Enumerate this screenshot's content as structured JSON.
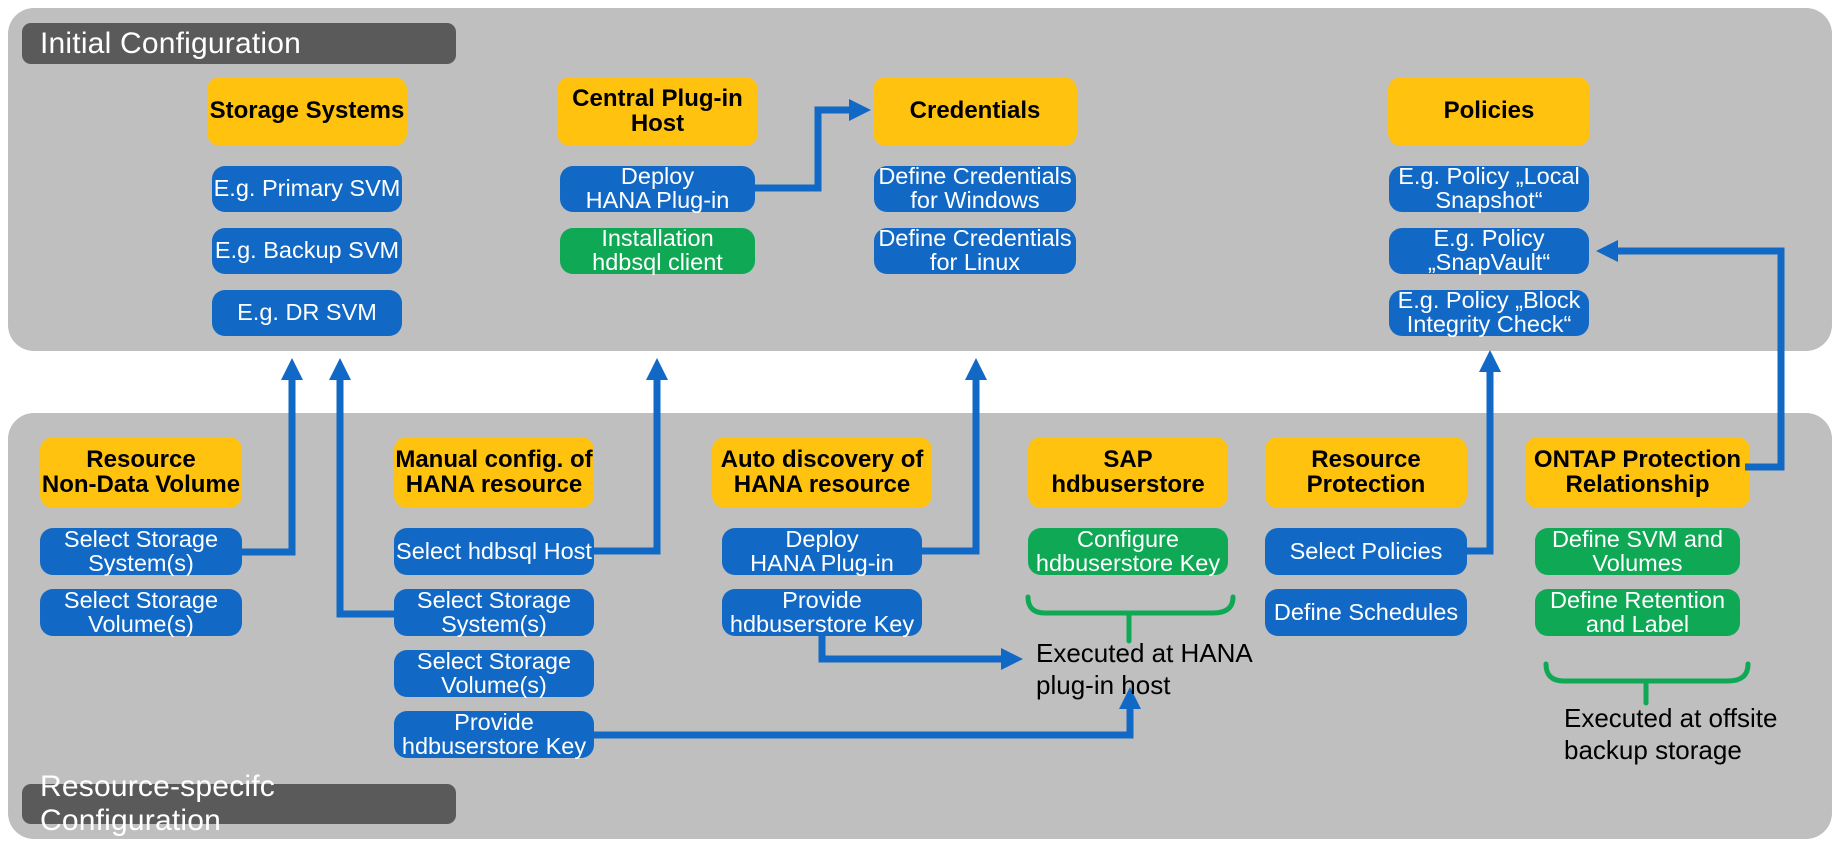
{
  "sections": [
    {
      "id": "initial",
      "title": "Initial Configuration",
      "columns": [
        {
          "id": "storage-systems",
          "header": "Storage Systems",
          "boxes": [
            {
              "label": "E.g. Primary SVM",
              "type": "blue"
            },
            {
              "label": "E.g. Backup SVM",
              "type": "blue"
            },
            {
              "label": "E.g. DR SVM",
              "type": "blue"
            }
          ]
        },
        {
          "id": "central-plugin-host",
          "header": "Central Plug-in\nHost",
          "boxes": [
            {
              "label": "Deploy\nHANA Plug-in",
              "type": "blue"
            },
            {
              "label": "Installation\nhdbsql client",
              "type": "green"
            }
          ]
        },
        {
          "id": "credentials",
          "header": "Credentials",
          "boxes": [
            {
              "label": "Define Credentials\nfor Windows",
              "type": "blue"
            },
            {
              "label": "Define Credentials\nfor Linux",
              "type": "blue"
            }
          ]
        },
        {
          "id": "policies",
          "header": "Policies",
          "boxes": [
            {
              "label": "E.g. Policy „Local\nSnapshot“",
              "type": "blue"
            },
            {
              "label": "E.g. Policy\n„SnapVault“",
              "type": "blue"
            },
            {
              "label": "E.g. Policy „Block\nIntegrity Check“",
              "type": "blue"
            }
          ]
        }
      ]
    },
    {
      "id": "resource",
      "title": "Resource-specifc Configuration",
      "columns": [
        {
          "id": "resource-non-data-volume",
          "header": "Resource\nNon-Data Volume",
          "boxes": [
            {
              "label": "Select Storage\nSystem(s)",
              "type": "blue"
            },
            {
              "label": "Select Storage\nVolume(s)",
              "type": "blue"
            }
          ]
        },
        {
          "id": "manual-config-hana",
          "header": "Manual config. of\nHANA resource",
          "boxes": [
            {
              "label": "Select hdbsql Host",
              "type": "blue"
            },
            {
              "label": "Select Storage\nSystem(s)",
              "type": "blue"
            },
            {
              "label": "Select Storage\nVolume(s)",
              "type": "blue"
            },
            {
              "label": "Provide\nhdbuserstore Key",
              "type": "blue"
            }
          ]
        },
        {
          "id": "auto-discovery-hana",
          "header": "Auto discovery of\nHANA resource",
          "boxes": [
            {
              "label": "Deploy\nHANA Plug-in",
              "type": "blue"
            },
            {
              "label": "Provide\nhdbuserstore Key",
              "type": "blue"
            }
          ]
        },
        {
          "id": "sap-hdbuserstore",
          "header": "SAP\nhdbuserstore",
          "boxes": [
            {
              "label": "Configure\nhdbuserstore Key",
              "type": "green"
            }
          ]
        },
        {
          "id": "resource-protection",
          "header": "Resource\nProtection",
          "boxes": [
            {
              "label": "Select Policies",
              "type": "blue"
            },
            {
              "label": "Define Schedules",
              "type": "blue"
            }
          ]
        },
        {
          "id": "ontap-protection-relationship",
          "header": "ONTAP Protection\nRelationship",
          "boxes": [
            {
              "label": "Define SVM and\nVolumes",
              "type": "green"
            },
            {
              "label": "Define Retention\nand Label",
              "type": "green"
            }
          ]
        }
      ]
    }
  ],
  "captions": [
    {
      "id": "hana",
      "text": "Executed at HANA\nplug-in host"
    },
    {
      "id": "offsite",
      "text": "Executed at offsite\nbackup storage"
    }
  ]
}
